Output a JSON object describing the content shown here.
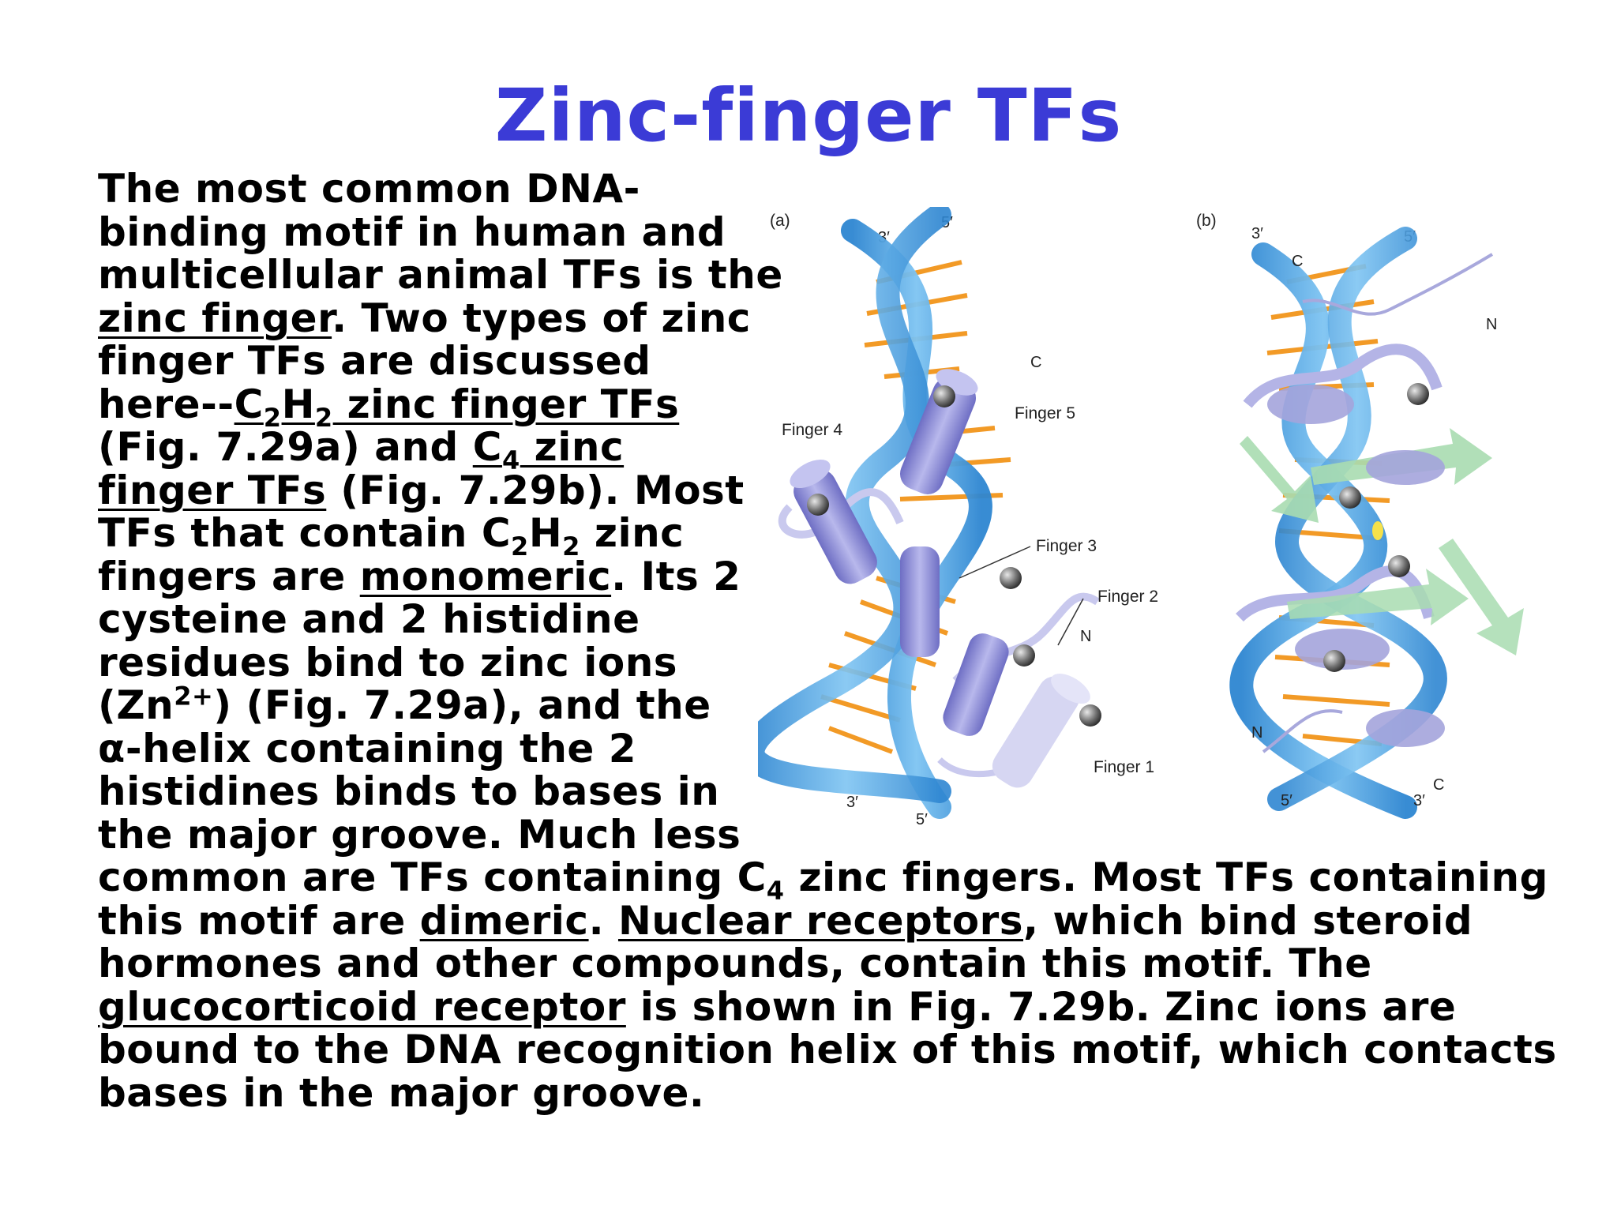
{
  "title": "Zinc-finger TFs",
  "paragraph": {
    "l1": "The most common DNA-",
    "l2": "binding motif in human and",
    "l3": "multicellular animal TFs is the",
    "l4_a": "zinc finger",
    "l4_b": ". Two types of zinc",
    "l5": "finger TFs are discussed",
    "l6_a": "here--",
    "l6_b_C": "C",
    "l6_b_2": "2",
    "l6_b_H": "H",
    "l6_b_2b": "2",
    "l6_c": " zinc finger TFs",
    "l7_a": "(Fig. 7.29a) and ",
    "l7_C": "C",
    "l7_4": "4",
    "l7_b": " zinc",
    "l8_a": "finger TFs",
    "l8_b": " (Fig. 7.29b). Most",
    "l9_a": "TFs that contain C",
    "l9_2": "2",
    "l9_H": "H",
    "l9_2b": "2",
    "l9_b": " zinc",
    "l10_a": "fingers are ",
    "l10_u": "monomeric",
    "l10_b": ". Its 2",
    "l11": "cysteine and 2 histidine",
    "l12": "residues bind to zinc ions",
    "l13_a": "(Zn",
    "l13_sup": "2+",
    "l13_b": ") (Fig. 7.29a), and the",
    "l14": "α-helix containing the 2",
    "l15": "histidines binds to bases in",
    "l16": "the major groove. Much less",
    "l17_a": "common are TFs containing C",
    "l17_4": "4",
    "l17_b": " zinc fingers. Most TFs containing",
    "l18_a": "this motif are ",
    "l18_u1": "dimeric",
    "l18_b": ". ",
    "l18_u2": "Nuclear receptors",
    "l18_c": ", which bind steroid",
    "l19": "hormones and other compounds, contain this motif. The",
    "l20_u": "glucocorticoid receptor",
    "l20_b": " is shown in Fig. 7.29b. Zinc ions are",
    "l21": "bound to the DNA recognition helix of this motif, which contacts",
    "l22": "bases in the major groove."
  },
  "figure": {
    "panel_a": {
      "label": "(a)",
      "top_left": "3′",
      "top_right": "5′",
      "bottom_left": "3′",
      "bottom_right": "5′",
      "c_label": "C",
      "n_label": "N",
      "fingers": [
        "Finger 1",
        "Finger 2",
        "Finger 3",
        "Finger 4",
        "Finger 5"
      ]
    },
    "panel_b": {
      "label": "(b)",
      "top_left": "3′",
      "top_right": "5′",
      "bottom_left": "5′",
      "bottom_right": "3′",
      "c_top": "C",
      "n_right": "N",
      "n_left": "N",
      "c_bottom": "C"
    },
    "colors": {
      "title": "#3b3bd6",
      "dna_backbone": "#3f9ee0",
      "base_pairs": "#f29a26",
      "protein_helix": "#9a9ad8",
      "beta_strand": "#9ed8a8",
      "zinc": "#555555"
    }
  }
}
